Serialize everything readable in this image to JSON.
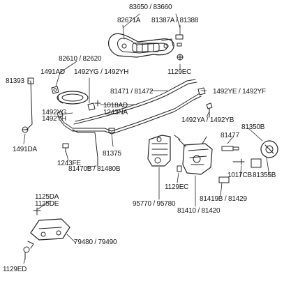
{
  "diagram": {
    "labels": [
      {
        "id": "lbl-83650-83660",
        "text": "83650 / 83660"
      },
      {
        "id": "lbl-82671A",
        "text": "82671A"
      },
      {
        "id": "lbl-81387A-81388",
        "text": "81387A / 81388"
      },
      {
        "id": "lbl-82610-82620",
        "text": "82610 / 82620"
      },
      {
        "id": "lbl-1491AD",
        "text": "1491AD"
      },
      {
        "id": "lbl-1492YG-1492YH-top",
        "text": "1492YG / 1492YH"
      },
      {
        "id": "lbl-1129EC-top",
        "text": "1129EC"
      },
      {
        "id": "lbl-81393",
        "text": "81393"
      },
      {
        "id": "lbl-81471-81472",
        "text": "81471 / 81472"
      },
      {
        "id": "lbl-1492YE-1492YF",
        "text": "1492YE / 1492YF"
      },
      {
        "id": "lbl-1018AD",
        "text": "1018AD"
      },
      {
        "id": "lbl-1243NA",
        "text": "1243NA"
      },
      {
        "id": "lbl-1492YG-left",
        "text": "1492YG"
      },
      {
        "id": "lbl-1492YH-left",
        "text": "1492YH"
      },
      {
        "id": "lbl-1492YA-1492YB",
        "text": "1492YA / 1492YB"
      },
      {
        "id": "lbl-81350B",
        "text": "81350B"
      },
      {
        "id": "lbl-81477",
        "text": "81477"
      },
      {
        "id": "lbl-1491DA",
        "text": "1491DA"
      },
      {
        "id": "lbl-81375",
        "text": "81375"
      },
      {
        "id": "lbl-1243FE",
        "text": "1243FE"
      },
      {
        "id": "lbl-81470B-81480B",
        "text": "81470B / 81480B"
      },
      {
        "id": "lbl-1017CB",
        "text": "1017CB"
      },
      {
        "id": "lbl-81355B",
        "text": "81355B"
      },
      {
        "id": "lbl-1129EC-mid",
        "text": "1129EC"
      },
      {
        "id": "lbl-81419B-81429",
        "text": "81419B / 81429"
      },
      {
        "id": "lbl-95770-95780",
        "text": "95770 / 95780"
      },
      {
        "id": "lbl-81410-81420",
        "text": "81410 / 81420"
      },
      {
        "id": "lbl-1125DA",
        "text": "1125DA"
      },
      {
        "id": "lbl-1125DE",
        "text": "1125DE"
      },
      {
        "id": "lbl-79480-79490",
        "text": "79480 / 79490"
      },
      {
        "id": "lbl-1129ED",
        "text": "1129ED"
      }
    ]
  }
}
